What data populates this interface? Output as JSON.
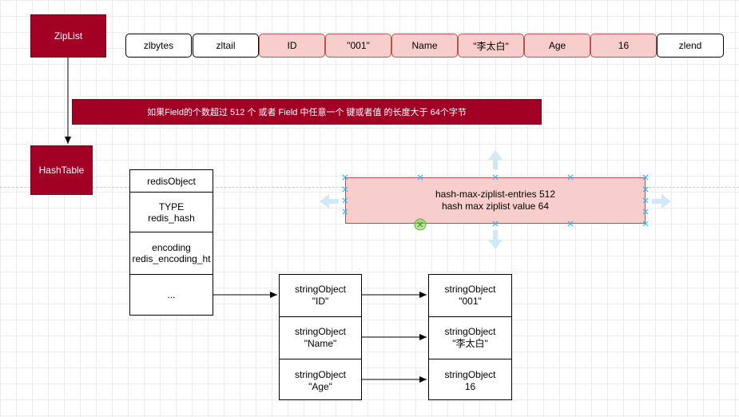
{
  "ziplist": {
    "label": "ZipList",
    "cells": [
      {
        "text": "zlbytes",
        "style": "white"
      },
      {
        "text": "zltail",
        "style": "white"
      },
      {
        "text": "ID",
        "style": "pink"
      },
      {
        "text": "\"001\"",
        "style": "pink"
      },
      {
        "text": "Name",
        "style": "pink"
      },
      {
        "text": "\"李太白\"",
        "style": "pink"
      },
      {
        "text": "Age",
        "style": "pink"
      },
      {
        "text": "16",
        "style": "pink"
      },
      {
        "text": "zlend",
        "style": "white"
      }
    ]
  },
  "condition": {
    "text": "如果Field的个数超过 512 个 或者 Field 中任意一个 键或者值 的长度大于 64个字节"
  },
  "hashtable": {
    "label": "HashTable"
  },
  "redis_object": {
    "rows": [
      {
        "line1": "redisObject",
        "line2": ""
      },
      {
        "line1": "TYPE",
        "line2": "redis_hash"
      },
      {
        "line1": "encoding",
        "line2": "redis_encoding_ht"
      },
      {
        "line1": "...",
        "line2": ""
      }
    ]
  },
  "config": {
    "line1": "hash-max-ziplist-entries 512",
    "line2": "hash max ziplist value 64"
  },
  "keys": [
    {
      "line1": "stringObject",
      "line2": "\"ID\""
    },
    {
      "line1": "stringObject",
      "line2": "\"Name\""
    },
    {
      "line1": "stringObject",
      "line2": "\"Age\""
    }
  ],
  "values": [
    {
      "line1": "stringObject",
      "line2": "\"001\""
    },
    {
      "line1": "stringObject",
      "line2": "\"李太白\""
    },
    {
      "line1": "stringObject",
      "line2": "16"
    }
  ],
  "colors": {
    "brand_red": "#a20025",
    "cell_pink": "#f8cecc",
    "pink_border": "#b85450",
    "selection_blue": "#29b6f2",
    "hover_green": "#7bd148"
  }
}
